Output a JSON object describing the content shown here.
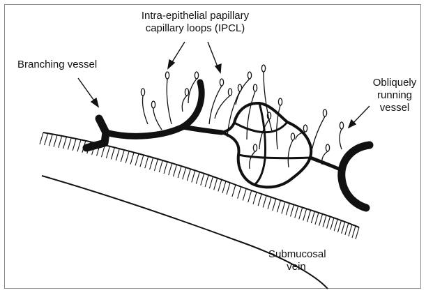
{
  "labels": {
    "ipcl_line1": "Intra-epithelial papillary",
    "ipcl_line2": "capillary loops (IPCL)",
    "branching": "Branching vessel",
    "oblique_line1": "Obliquely",
    "oblique_line2": "running",
    "oblique_line3": "vessel",
    "vein_line1": "Submucosal",
    "vein_line2": "vein"
  },
  "colors": {
    "ink": "#111111",
    "frame": "#8a8a8a",
    "background": "#ffffff"
  }
}
